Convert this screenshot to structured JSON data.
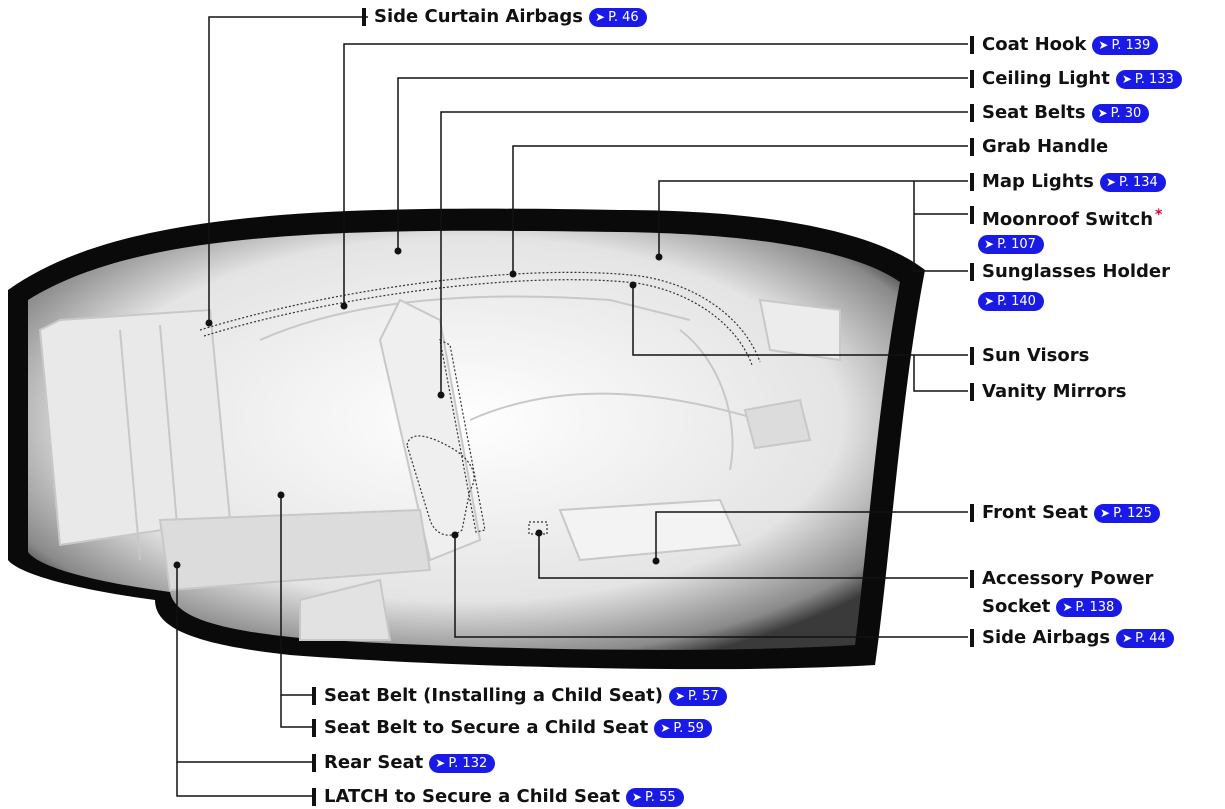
{
  "labels": {
    "side_curtain_airbags": "Side Curtain Airbags",
    "side_curtain_airbags_ref": "P. 46",
    "coat_hook": "Coat Hook",
    "coat_hook_ref": "P. 139",
    "ceiling_light": "Ceiling Light",
    "ceiling_light_ref": "P. 133",
    "seat_belts": "Seat Belts",
    "seat_belts_ref": "P. 30",
    "grab_handle": "Grab Handle",
    "map_lights": "Map Lights",
    "map_lights_ref": "P. 134",
    "moonroof_switch": "Moonroof Switch",
    "moonroof_switch_mark": "*",
    "moonroof_switch_ref": "P. 107",
    "sunglasses_holder": "Sunglasses Holder",
    "sunglasses_holder_ref": "P. 140",
    "sun_visors": "Sun Visors",
    "vanity_mirrors": "Vanity Mirrors",
    "front_seat": "Front Seat",
    "front_seat_ref": "P. 125",
    "accessory_power_socket_line1": "Accessory Power",
    "accessory_power_socket_line2": "Socket",
    "accessory_power_socket_ref": "P. 138",
    "side_airbags": "Side Airbags",
    "side_airbags_ref": "P. 44",
    "seat_belt_installing": "Seat Belt (Installing a Child Seat)",
    "seat_belt_installing_ref": "P. 57",
    "seat_belt_secure": "Seat Belt to Secure a Child Seat",
    "seat_belt_secure_ref": "P. 59",
    "rear_seat": "Rear Seat",
    "rear_seat_ref": "P. 132",
    "latch": "LATCH to Secure a Child Seat",
    "latch_ref": "P. 55"
  },
  "colors": {
    "page_ref_badge": "#1a1ae6",
    "asterisk": "#e4002b",
    "leader_line": "#111111",
    "interior_frame": "#0a0a0a"
  },
  "icons": {
    "page_ref": "arrow-right-icon"
  }
}
